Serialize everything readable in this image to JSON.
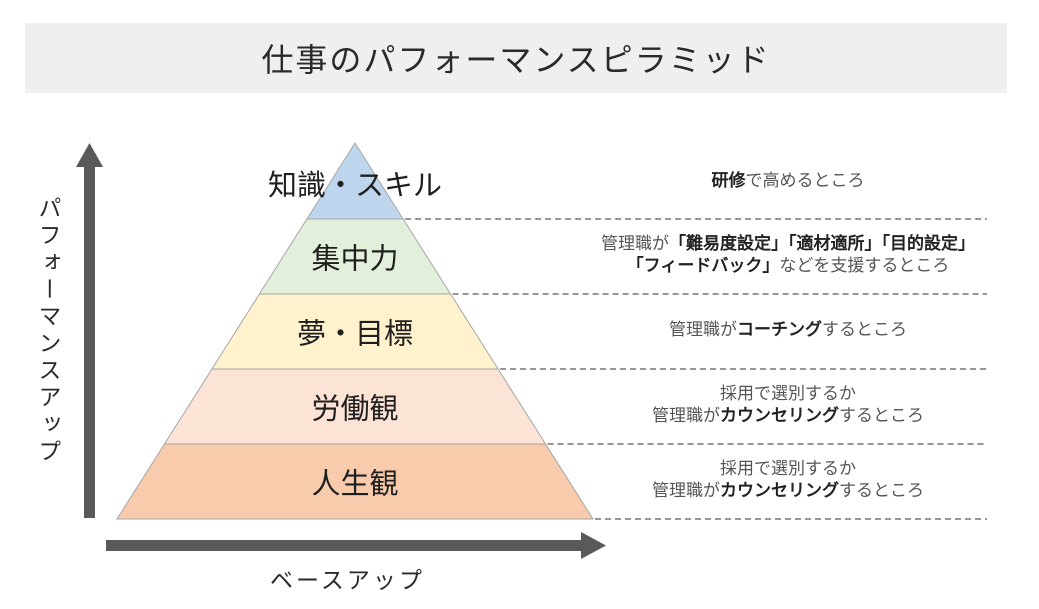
{
  "title": "仕事のパフォーマンスピラミッド",
  "y_axis_label": "パフォーマンスアップ",
  "x_axis_label": "ベースアップ",
  "levels": [
    {
      "label": "知識・スキル",
      "color": "#bdd6ee"
    },
    {
      "label": "集中力",
      "color": "#e2efda"
    },
    {
      "label": "夢・目標",
      "color": "#fff2cc"
    },
    {
      "label": "労働観",
      "color": "#fbe3d6"
    },
    {
      "label": "人生観",
      "color": "#f8cbad"
    }
  ],
  "notes": [
    {
      "lines": [
        [
          {
            "text": "研修",
            "bold": true
          },
          {
            "text": "で高めるところ",
            "bold": false
          }
        ]
      ]
    },
    {
      "lines": [
        [
          {
            "text": "管理職が",
            "bold": false
          },
          {
            "text": "「難易度設定」「適材適所」「目的設定」",
            "bold": true
          }
        ],
        [
          {
            "text": "「フィードバック」",
            "bold": true
          },
          {
            "text": "などを支援するところ",
            "bold": false
          }
        ]
      ]
    },
    {
      "lines": [
        [
          {
            "text": "管理職が",
            "bold": false
          },
          {
            "text": "コーチング",
            "bold": true
          },
          {
            "text": "するところ",
            "bold": false
          }
        ]
      ]
    },
    {
      "lines": [
        [
          {
            "text": "採用で選別するか",
            "bold": false
          }
        ],
        [
          {
            "text": "管理職が",
            "bold": false
          },
          {
            "text": "カウンセリング",
            "bold": true
          },
          {
            "text": "するところ",
            "bold": false
          }
        ]
      ]
    },
    {
      "lines": [
        [
          {
            "text": "採用で選別するか",
            "bold": false
          }
        ],
        [
          {
            "text": "管理職が",
            "bold": false
          },
          {
            "text": "カウンセリング",
            "bold": true
          },
          {
            "text": "するところ",
            "bold": false
          }
        ]
      ]
    }
  ],
  "colors": {
    "arrow": "#595959",
    "dashed_line": "#595959",
    "pyramid_outline": "#a6a6a6"
  }
}
